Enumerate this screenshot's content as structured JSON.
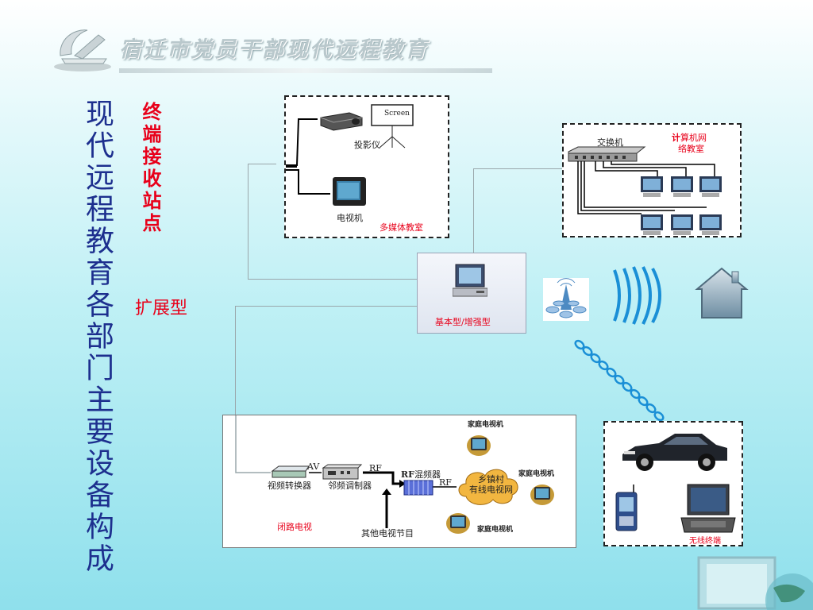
{
  "header": {
    "title": "宿迁市党员干部现代远程教育"
  },
  "main_title": "现代远程教育各部门主要设备构成",
  "sub_title": "终端接收站点",
  "expand_label": "扩展型",
  "multimedia": {
    "screen": "Screen",
    "projector": "投影仪",
    "tv": "电视机",
    "room": "多媒体教室"
  },
  "computer_room": {
    "switch": "交换机",
    "title_bold": "计",
    "title_rest": "算机网",
    "title_line2": "络教室"
  },
  "basic": {
    "label": "基本型/增强型"
  },
  "cctv": {
    "av": "AV",
    "rf1": "RF",
    "rf2": "RF",
    "converter": "视频转换器",
    "modulator": "邻频调制器",
    "mixer_bold": "RF",
    "mixer_rest": "混频器",
    "cloud_line1": "乡镇村",
    "cloud_line2": "有线电视网",
    "home_tv": "家庭电视机",
    "other": "其他电视节目",
    "title": "闭路电视"
  },
  "wireless": {
    "label": "无线终端"
  }
}
